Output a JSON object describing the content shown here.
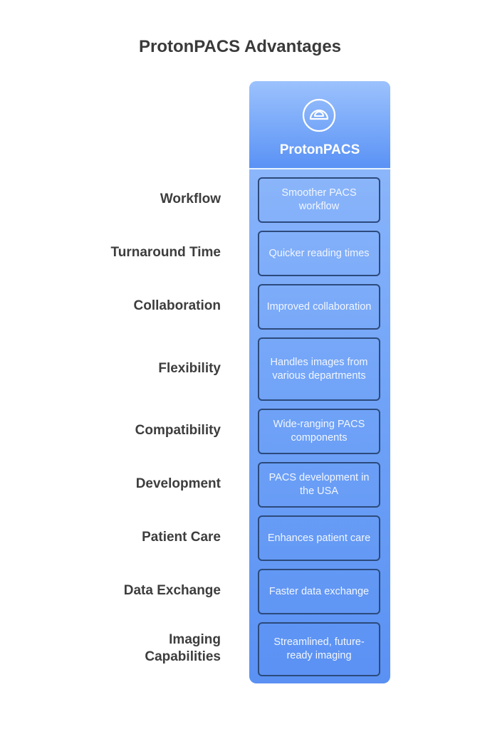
{
  "title": "ProtonPACS Advantages",
  "column": {
    "name": "ProtonPACS",
    "icon": "protractor-icon",
    "colors": {
      "top": "#9cc2fd",
      "bottom": "#5a91f3",
      "card_border": "#2c4a7c",
      "label_text": "#3d3d3d"
    }
  },
  "rows": [
    {
      "label": "Workflow",
      "value": "Smoother PACS workflow"
    },
    {
      "label": "Turnaround Time",
      "value": "Quicker reading times"
    },
    {
      "label": "Collaboration",
      "value": "Improved collaboration"
    },
    {
      "label": "Flexibility",
      "value": "Handles images from various departments"
    },
    {
      "label": "Compatibility",
      "value": "Wide-ranging PACS components"
    },
    {
      "label": "Development",
      "value": "PACS development in the USA"
    },
    {
      "label": "Patient Care",
      "value": "Enhances patient care"
    },
    {
      "label": "Data Exchange",
      "value": "Faster data exchange"
    },
    {
      "label": "Imaging Capabilities",
      "value": "Streamlined, future-ready imaging"
    }
  ]
}
